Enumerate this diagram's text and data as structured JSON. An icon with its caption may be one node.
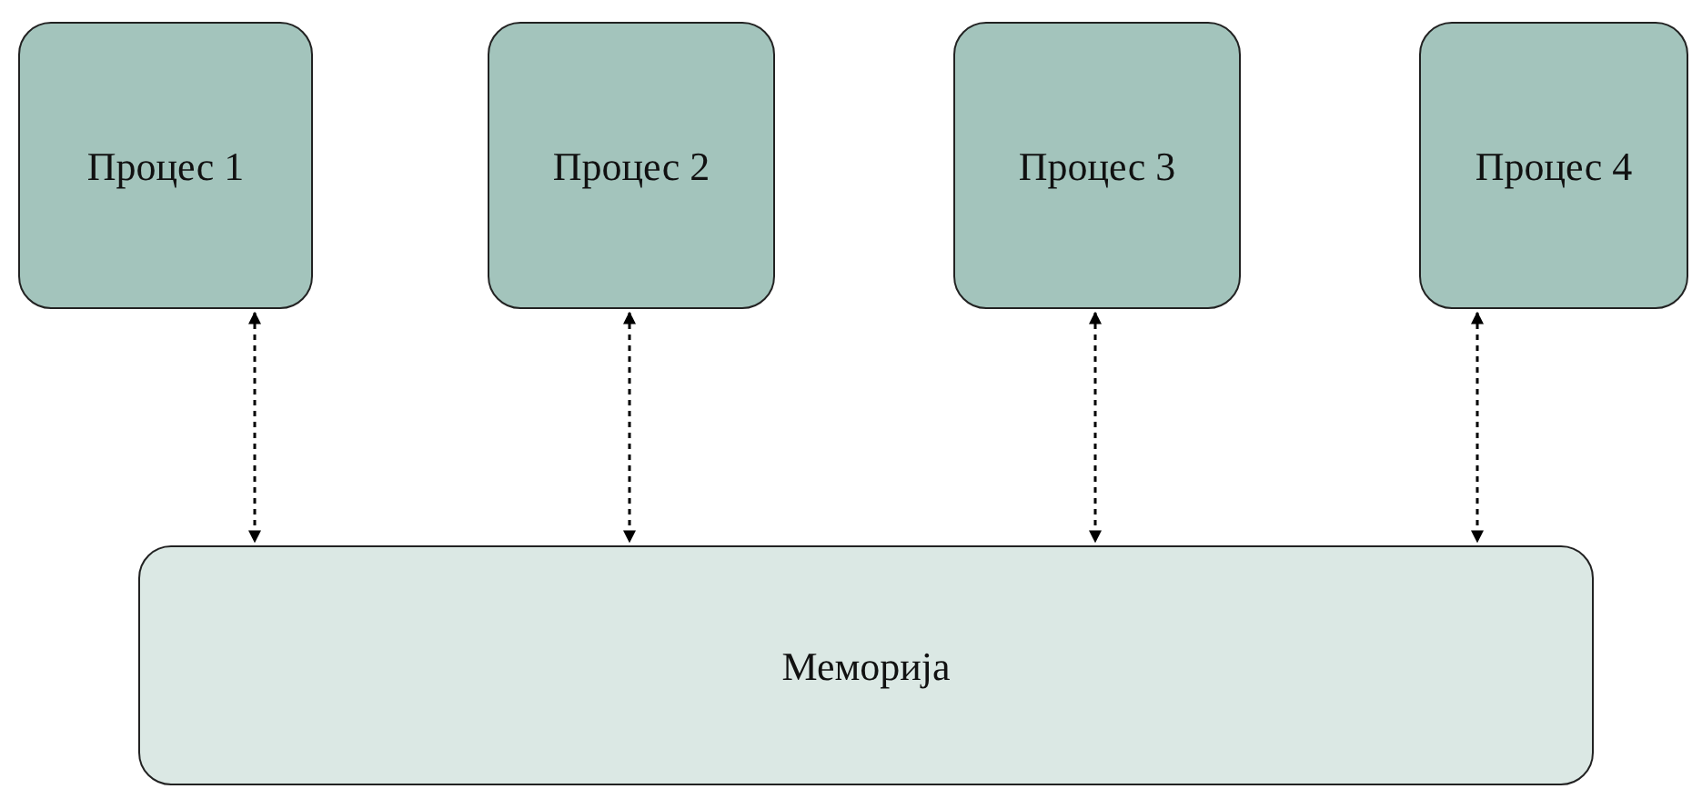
{
  "diagram": {
    "nodes": [
      {
        "text": [
          "Процес 1"
        ]
      },
      {
        "text": [
          "Процес 2"
        ]
      },
      {
        "text": [
          "Процес 3"
        ]
      },
      {
        "text": [
          "Процес 4"
        ]
      },
      {
        "text": [
          "Меморија"
        ]
      }
    ],
    "edges": [
      {
        "from": 0,
        "to": 4,
        "arrow": "both",
        "style": "dashed"
      },
      {
        "from": 1,
        "to": 4,
        "arrow": "both",
        "style": "dashed"
      },
      {
        "from": 2,
        "to": 4,
        "arrow": "both",
        "style": "dashed"
      },
      {
        "from": 3,
        "to": 4,
        "arrow": "both",
        "style": "dashed"
      }
    ]
  }
}
